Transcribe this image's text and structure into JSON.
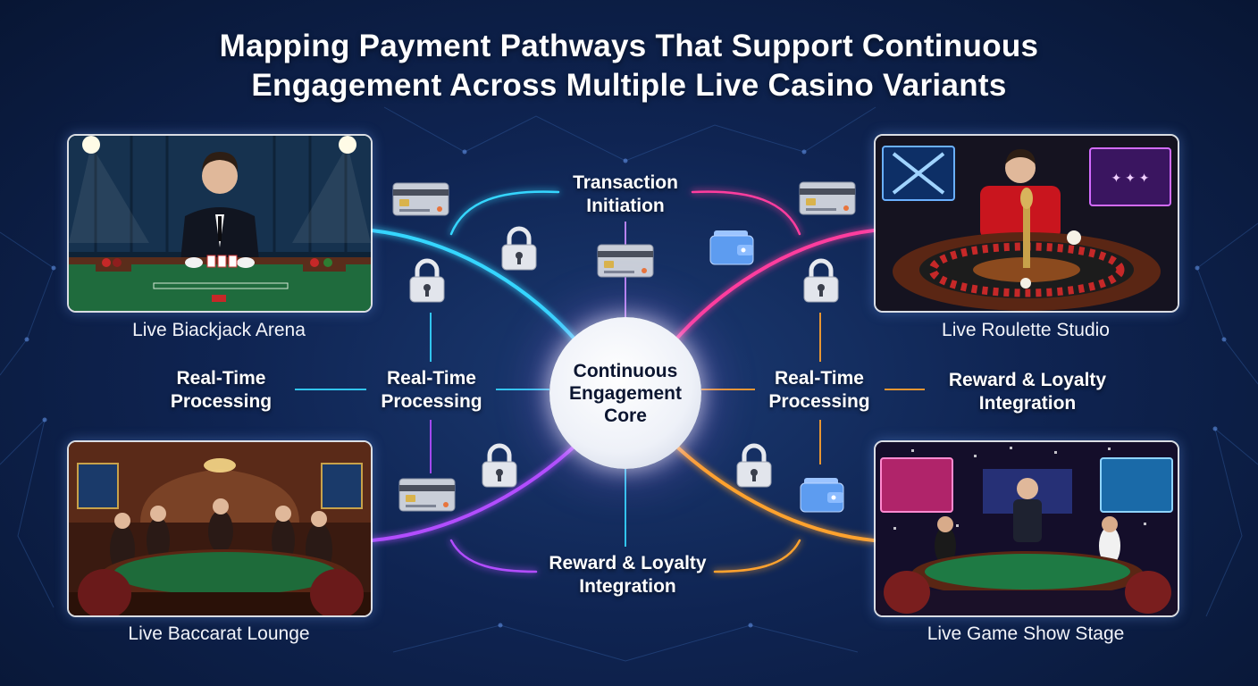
{
  "title": {
    "line1": "Mapping Payment Pathways That Support Continuous",
    "line2": "Engagement Across Multiple Live Casino Variants"
  },
  "core": {
    "line1": "Continuous",
    "line2": "Engagement",
    "line3": "Core"
  },
  "stations": {
    "blackjack": {
      "caption": "Live Biackjack Arena"
    },
    "roulette": {
      "caption": "Live Roulette Studio"
    },
    "baccarat": {
      "caption": "Live Baccarat Lounge"
    },
    "gameshow": {
      "caption": "Live Game Show Stage"
    }
  },
  "labels": {
    "transaction": {
      "line1": "Transaction",
      "line2": "Initiation"
    },
    "realtime_far_left": {
      "line1": "Real-Time",
      "line2": "Processing"
    },
    "realtime_left": {
      "line1": "Real-Time",
      "line2": "Processing"
    },
    "realtime_right": {
      "line1": "Real-Time",
      "line2": "Processing"
    },
    "reward_right": {
      "line1": "Reward & Loyalty",
      "line2": "Integration"
    },
    "reward_bottom": {
      "line1": "Reward & Loyalty",
      "line2": "Integration"
    }
  },
  "icons": [
    "credit-card-icon",
    "padlock-icon",
    "wallet-icon"
  ],
  "colors": {
    "cyan_path": "#35d6ff",
    "pink_path": "#ff3d9e",
    "purple_path": "#b24dff",
    "orange_path": "#ffa22e",
    "core_glow": "#ffffff"
  }
}
